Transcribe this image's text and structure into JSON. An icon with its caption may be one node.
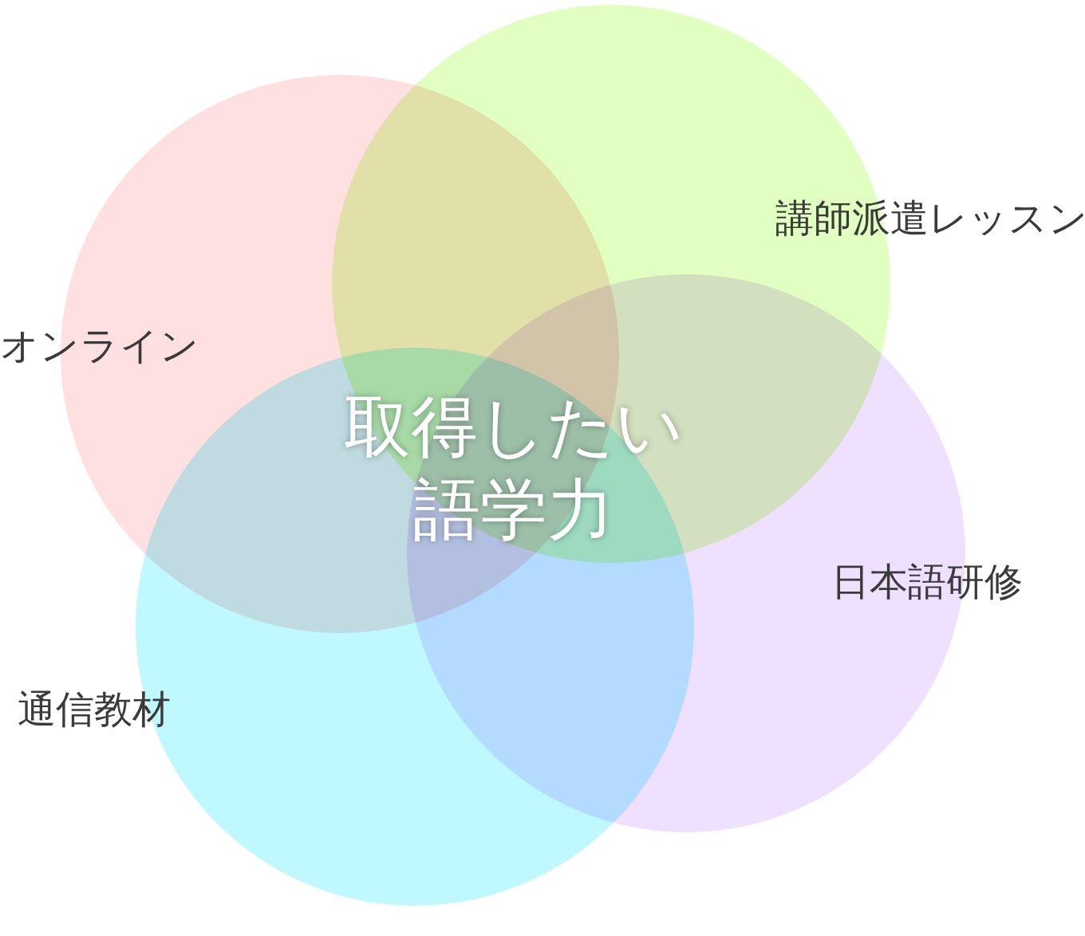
{
  "diagram": {
    "nodes": [
      {
        "text": [
          "オンライン"
        ]
      },
      {
        "text": [
          "講師派遣レッスン"
        ]
      },
      {
        "text": [
          "日本語研修"
        ]
      },
      {
        "text": [
          "通信教材"
        ]
      }
    ],
    "labels": [
      "取得したい語学力"
    ]
  }
}
